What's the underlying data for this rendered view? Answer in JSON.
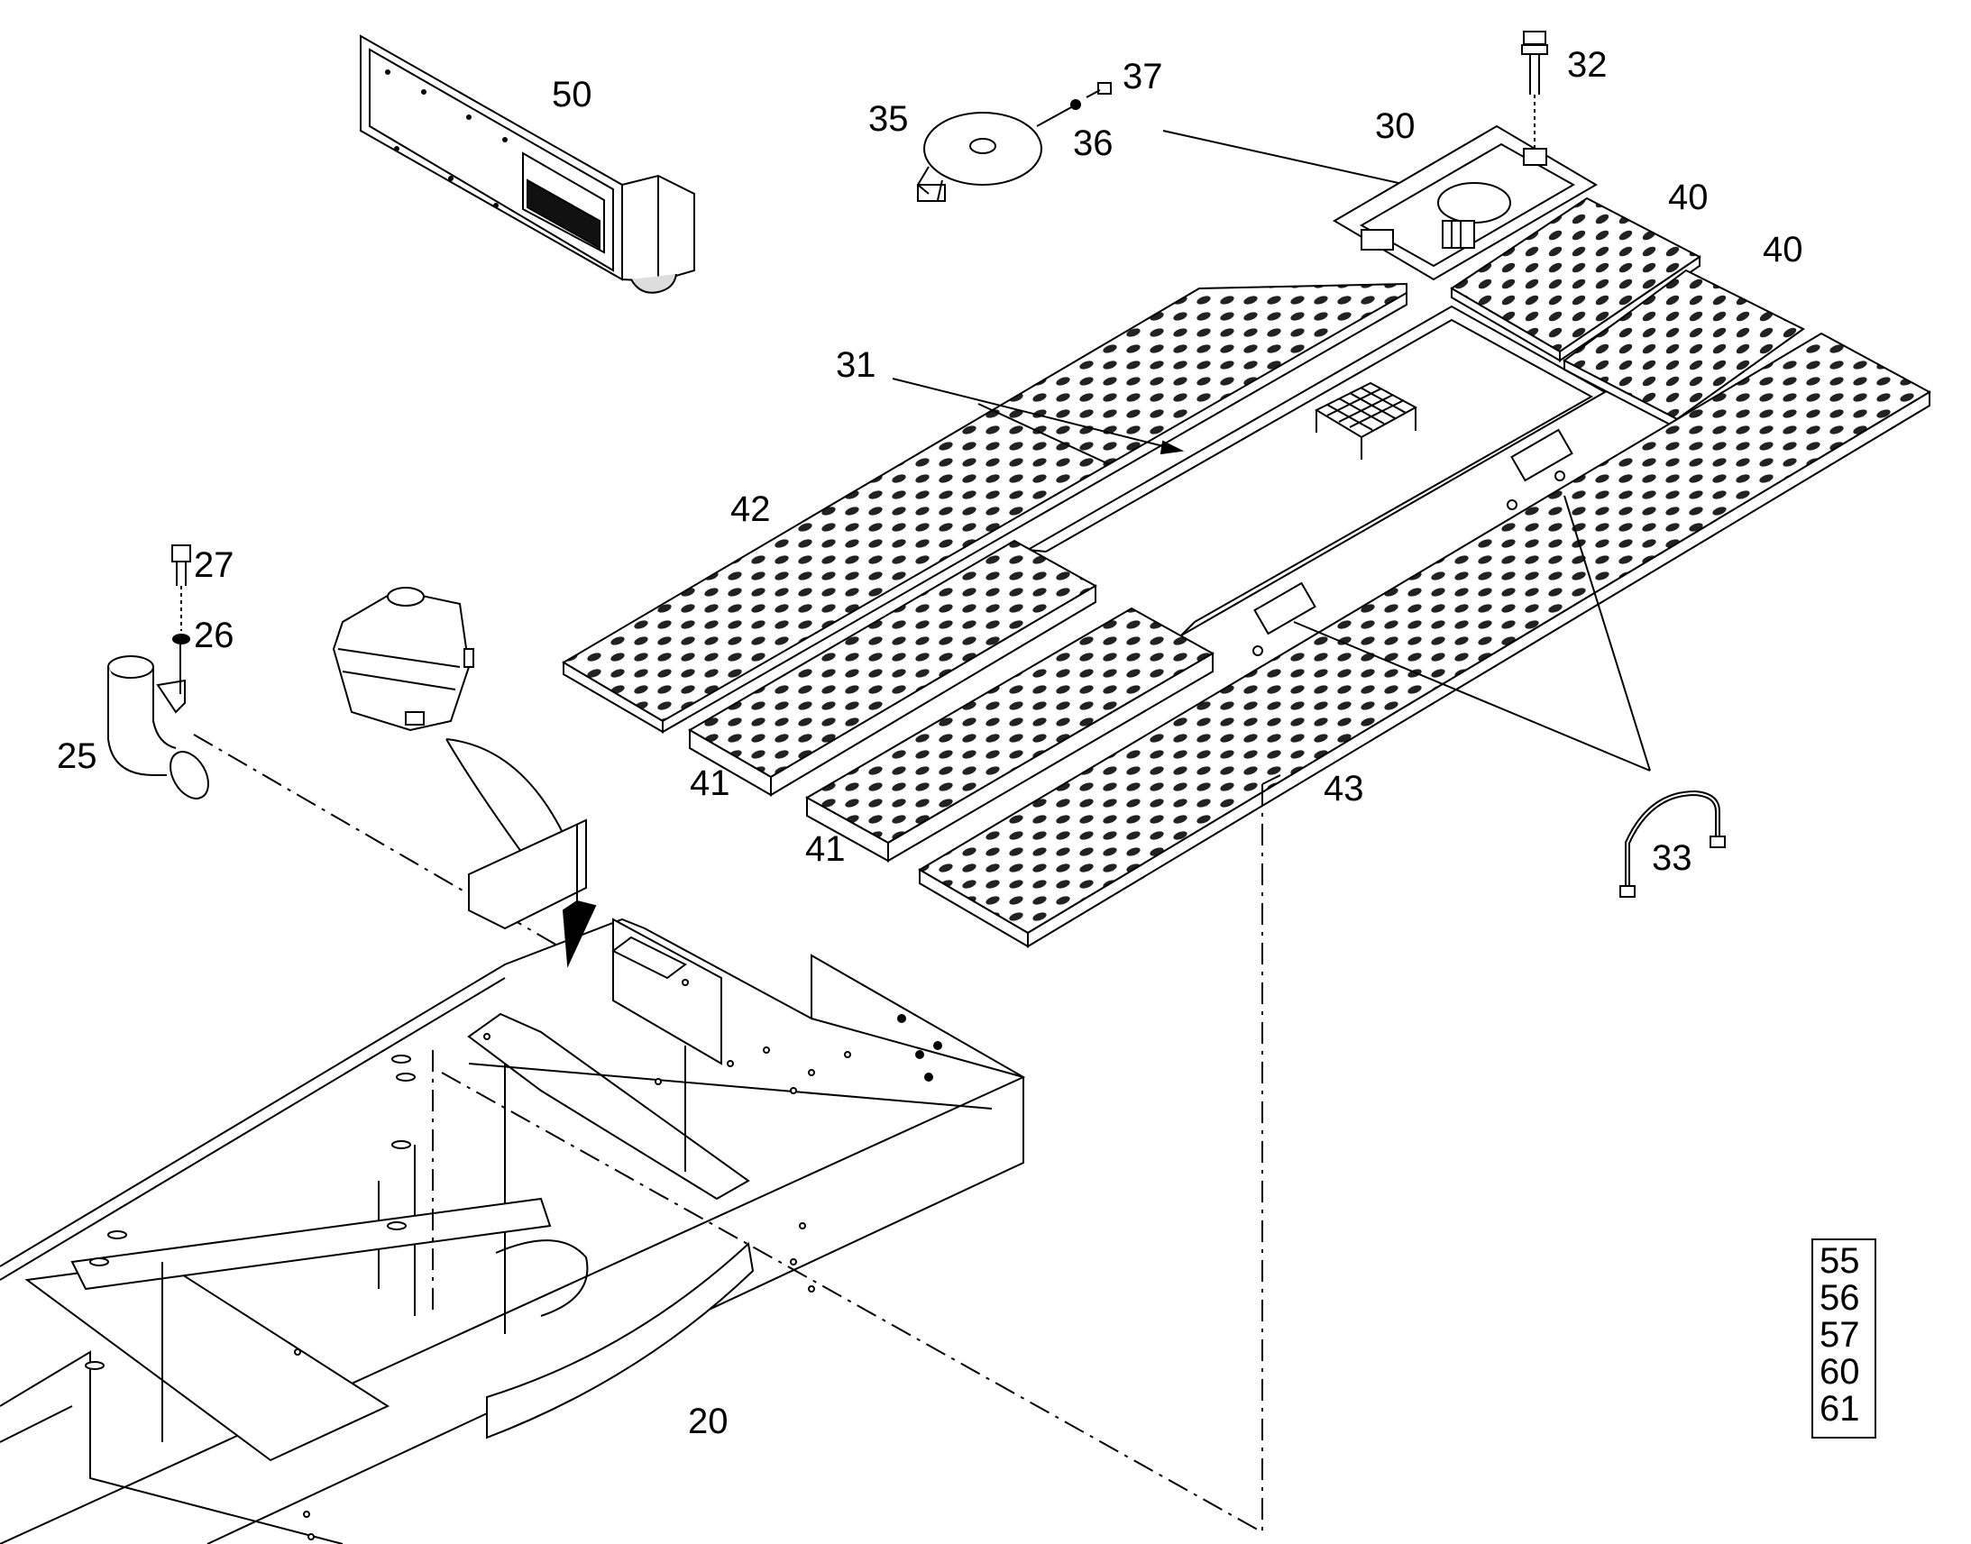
{
  "callouts": {
    "c20": "20",
    "c25": "25",
    "c26": "26",
    "c27": "27",
    "c30": "30",
    "c31": "31",
    "c32": "32",
    "c33": "33",
    "c35": "35",
    "c36": "36",
    "c37": "37",
    "c40a": "40",
    "c40b": "40",
    "c41a": "41",
    "c41b": "41",
    "c42": "42",
    "c43": "43",
    "c50": "50"
  },
  "reference_box": {
    "r1": "55",
    "r2": "56",
    "r3": "57",
    "r4": "60",
    "r5": "61"
  }
}
